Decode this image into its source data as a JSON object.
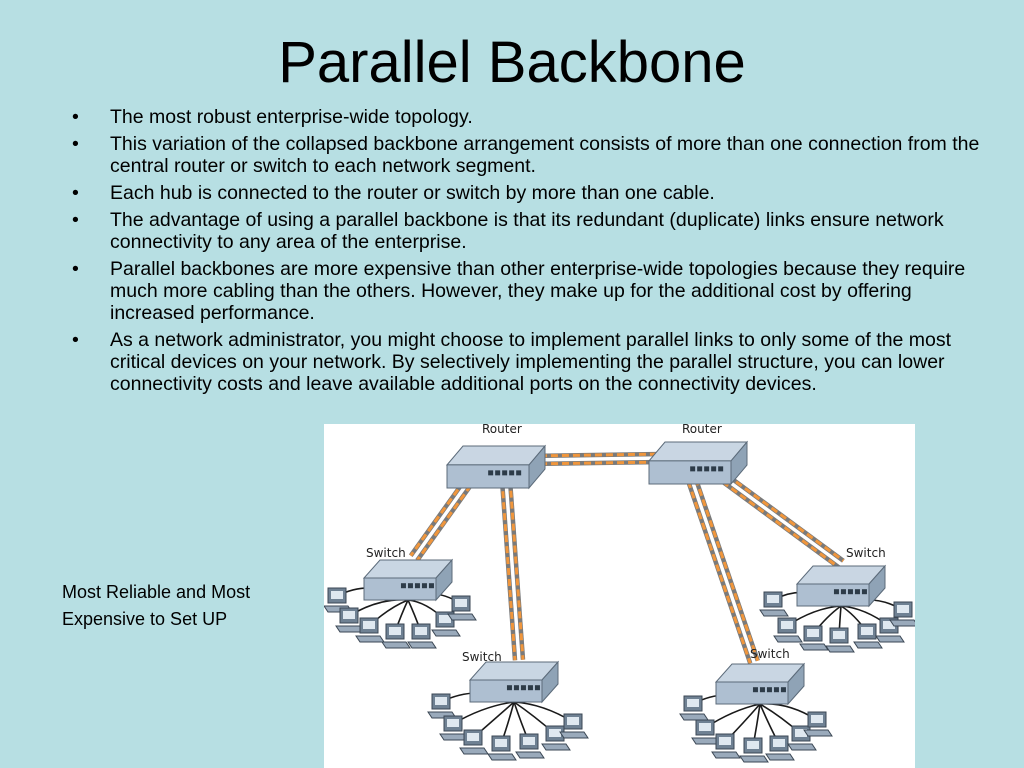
{
  "slide": {
    "title": "Parallel Backbone",
    "bullets": [
      "The most robust enterprise-wide topology.",
      "This variation of the collapsed backbone arrangement consists of more than one connection from the central router or switch to each network segment.",
      "Each hub is connected to the router or switch by more than one cable.",
      "The advantage of using a parallel backbone is that its redundant (duplicate) links ensure network connectivity to any area of the enterprise.",
      "Parallel backbones are more expensive than other enterprise-wide topologies because they require much more cabling than the others. However, they make up for the additional cost by offering increased performance.",
      "As a network administrator, you might choose to implement parallel links to only some of the most critical devices on your network.  By selectively implementing the parallel structure, you can lower connectivity costs and leave available additional ports on the connectivity devices."
    ],
    "caption_line1": "Most Reliable and Most",
    "caption_line2": "Expensive to Set UP"
  },
  "diagram": {
    "routers": [
      {
        "label": "Router"
      },
      {
        "label": "Router"
      }
    ],
    "switches": [
      {
        "label": "Switch"
      },
      {
        "label": "Switch"
      },
      {
        "label": "Switch"
      },
      {
        "label": "Switch"
      }
    ],
    "colors": {
      "cable": "#f0963c",
      "device": "#aebfd1",
      "workstation": "#6f8193"
    }
  }
}
